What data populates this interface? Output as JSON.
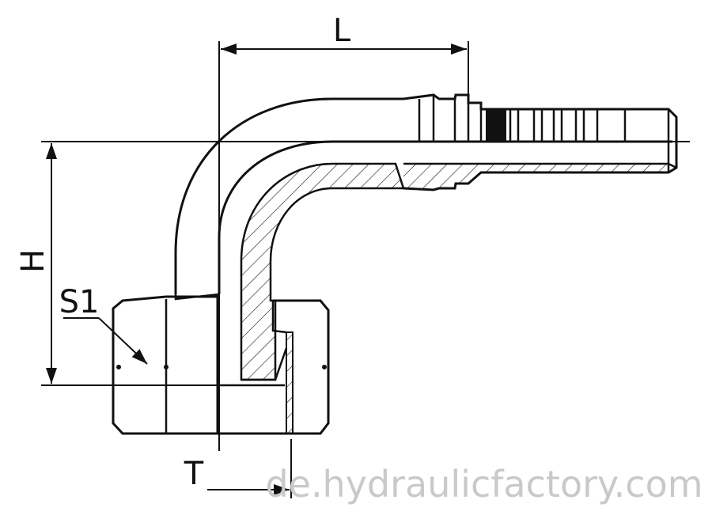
{
  "diagram": {
    "labels": {
      "length": "L",
      "height": "H",
      "hex_size": "S1",
      "thread": "T"
    },
    "watermark": "de.hydraulicfactory.com",
    "colors": {
      "line": "#111111",
      "watermark": "#c9c9c9",
      "background": "#ffffff"
    }
  }
}
